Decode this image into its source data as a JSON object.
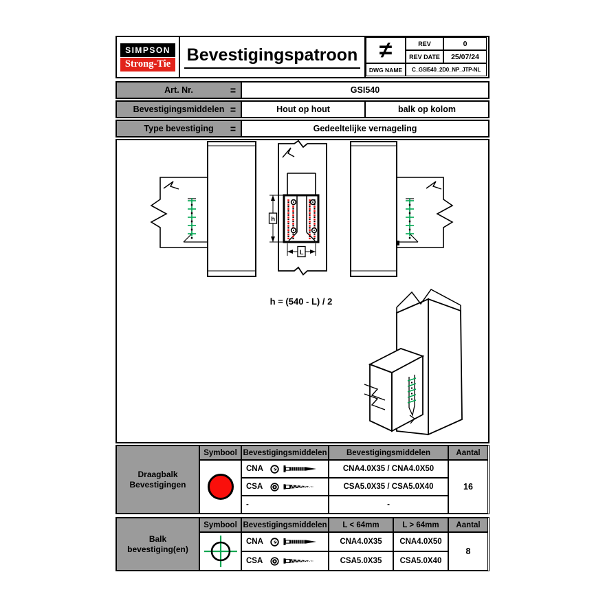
{
  "colors": {
    "brand_red": "#E2231A",
    "symbol_red": "#FA0F0B",
    "fastener_green": "#00A651",
    "nail_dot_red": "#EE1111",
    "cell_gray": "#9B9B9B"
  },
  "title_block": {
    "logo_top": "SIMPSON",
    "logo_bottom": "Strong-Tie",
    "title": "Bevestigingspatroon",
    "not_equal_symbol": "≠",
    "rev_label": "REV",
    "rev_value": "0",
    "rev_date_label": "REV DATE",
    "rev_date_value": "25/07/24",
    "dwg_name_label": "DWG NAME",
    "dwg_name_value": "C_GSI540_2D0_NP_JTP-NL"
  },
  "spec_rows": {
    "art_nr": {
      "label": "Art. Nr.",
      "eq": "=",
      "value": "GSI540"
    },
    "middelen": {
      "label": "Bevestigingsmiddelen",
      "eq": "=",
      "value_left": "Hout op hout",
      "value_right": "balk op kolom"
    },
    "type": {
      "label": "Type bevestiging",
      "eq": "=",
      "value": "Gedeeltelijke vernageling"
    }
  },
  "drawing": {
    "formula": "h = (540 - L) / 2",
    "dim_height_label": "h",
    "dim_length_label": "L"
  },
  "fastening_tables": [
    {
      "row_label_line1": "Draagbalk",
      "row_label_line2": "Bevestigingen",
      "col_symbol": "Symbool",
      "col_fasteners": "Bevestigingsmiddelen",
      "col_value": "Bevestigingsmiddelen",
      "col_count": "Aantal",
      "symbol_icon": "red-circle",
      "rows": [
        {
          "code": "CNA",
          "icon": "nail",
          "value": "CNA4.0X35 / CNA4.0X50"
        },
        {
          "code": "CSA",
          "icon": "screw",
          "value": "CSA5.0X35 / CSA5.0X40"
        },
        {
          "code": "-",
          "icon": "none",
          "value": "-"
        }
      ],
      "count": "16"
    },
    {
      "row_label_line1": "Balk",
      "row_label_line2": "bevestiging(en)",
      "col_symbol": "Symbool",
      "col_fasteners": "Bevestigingsmiddelen",
      "col_l_small": "L < 64mm",
      "col_l_large": "L > 64mm",
      "col_count": "Aantal",
      "symbol_icon": "crosshair",
      "rows": [
        {
          "code": "CNA",
          "icon": "nail",
          "l_small": "CNA4.0X35",
          "l_large": "CNA4.0X50"
        },
        {
          "code": "CSA",
          "icon": "screw",
          "l_small": "CSA5.0X35",
          "l_large": "CSA5.0X40"
        }
      ],
      "count": "8"
    }
  ]
}
